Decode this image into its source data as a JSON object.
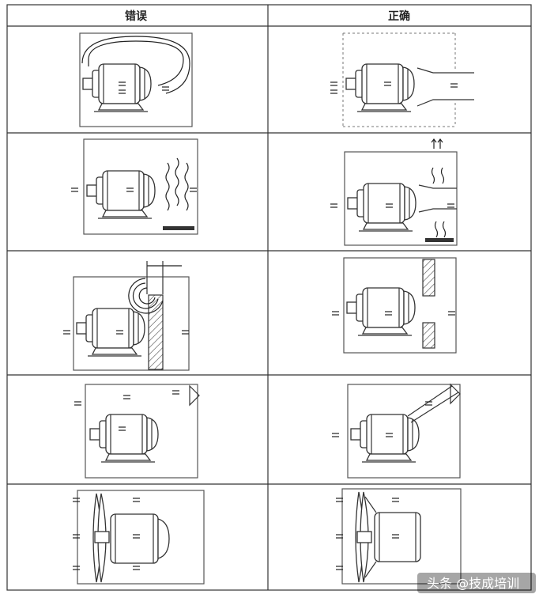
{
  "headers": {
    "wrong": "错误",
    "correct": "正确"
  },
  "rows": [
    {
      "id": "row-1-exhaust-recirculation"
    },
    {
      "id": "row-2-heat-source"
    },
    {
      "id": "row-3-wall-obstruction"
    },
    {
      "id": "row-4-ventilation-outlet"
    },
    {
      "id": "row-5-external-fan"
    }
  ],
  "watermark": "头条 @技成培训"
}
